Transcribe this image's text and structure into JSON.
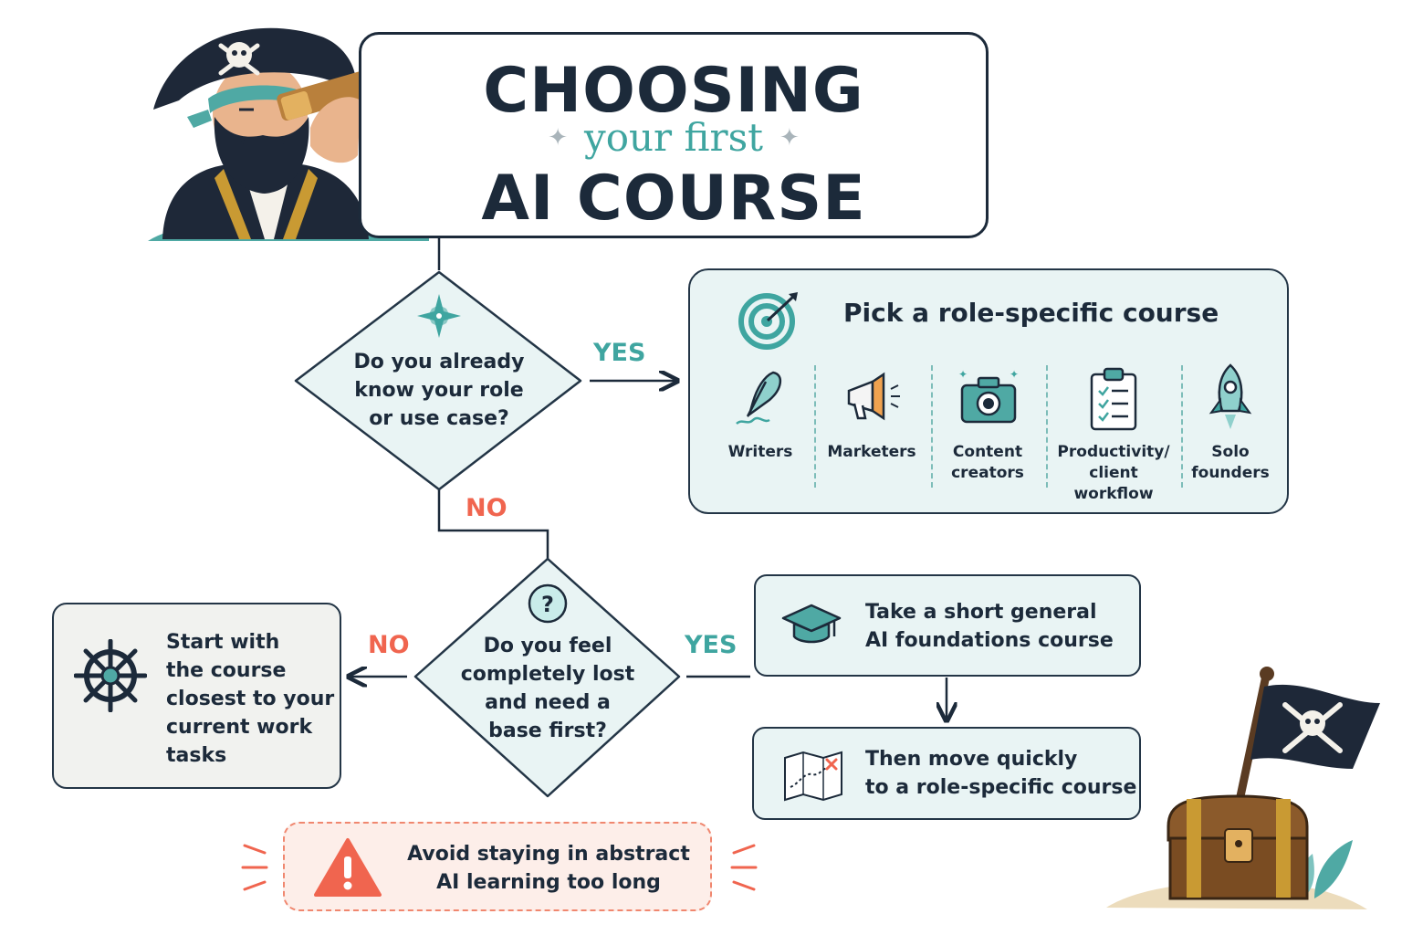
{
  "title": {
    "line1": "CHOOSING",
    "line2": "your first",
    "line3": "AI COURSE"
  },
  "decision1": {
    "text": [
      "Do you already",
      "know your role",
      "or use case?"
    ],
    "yes_label": "YES",
    "no_label": "NO"
  },
  "role_box": {
    "title": "Pick a role-specific course",
    "roles": [
      {
        "label": [
          "Writers"
        ],
        "icon": "quill-pen-icon"
      },
      {
        "label": [
          "Marketers"
        ],
        "icon": "megaphone-icon"
      },
      {
        "label": [
          "Content",
          "creators"
        ],
        "icon": "camera-icon"
      },
      {
        "label": [
          "Productivity/",
          "client workflow"
        ],
        "icon": "clipboard-checklist-icon"
      },
      {
        "label": [
          "Solo",
          "founders"
        ],
        "icon": "rocket-icon"
      }
    ]
  },
  "decision2": {
    "text": [
      "Do you feel",
      "completely lost",
      "and need a",
      "base first?"
    ],
    "yes_label": "YES",
    "no_label": "NO"
  },
  "foundations_box": {
    "text": [
      "Take a short general",
      "AI foundations course"
    ],
    "icon": "graduation-cap-icon"
  },
  "then_box": {
    "text": [
      "Then move quickly",
      "to a role-specific course"
    ],
    "icon": "treasure-map-icon"
  },
  "start_box": {
    "text": [
      "Start with",
      "the course",
      "closest to your",
      "current work",
      "tasks"
    ],
    "icon": "ship-wheel-icon"
  },
  "warning": {
    "text": [
      "Avoid staying in abstract",
      "AI learning too long"
    ],
    "icon": "warning-triangle-icon"
  },
  "colors": {
    "navy": "#1c2a3a",
    "teal": "#3fa5a0",
    "light_teal": "#e9f4f4",
    "coral": "#f0654f"
  }
}
